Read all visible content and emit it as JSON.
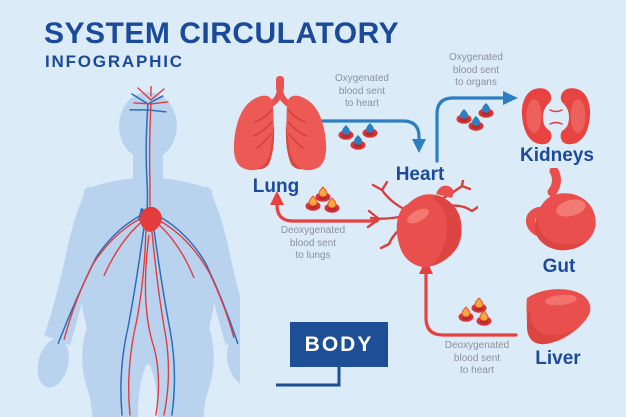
{
  "header": {
    "title": "SYSTEM CIRCULATORY",
    "subtitle": "INFOGRAPHIC"
  },
  "labels": {
    "lung": "Lung",
    "heart": "Heart",
    "kidneys": "Kidneys",
    "gut": "Gut",
    "liver": "Liver",
    "body": "BODY"
  },
  "annotations": {
    "oxygenated_to_heart": [
      "Oxygenated",
      "blood sent",
      "to heart"
    ],
    "oxygenated_to_organs": [
      "Oxygenated",
      "blood sent",
      "to organs"
    ],
    "deoxygenated_to_lungs": [
      "Deoxygenated",
      "blood sent",
      "to lungs"
    ],
    "deoxygenated_to_heart": [
      "Deoxygenated",
      "blood sent",
      "to heart"
    ]
  },
  "icons": {
    "body_silhouette": "human-body-circulatory-icon",
    "lungs": "lungs-icon",
    "heart": "heart-icon",
    "kidneys": "kidneys-icon",
    "gut": "stomach-icon",
    "liver": "liver-icon",
    "oxygenated_cell": "red-blood-cell-with-oxygen-icon",
    "deoxygenated_cell": "red-blood-cell-deoxygenated-icon"
  },
  "colors": {
    "background": "#dcebf8",
    "title_blue": "#1a4a99",
    "label_blue": "#1c4b99",
    "annotation_grey": "#8b919c",
    "organ_red": "#e94f4d",
    "organ_red_dark": "#dd4543",
    "arrow_blue": "#2d7fc1",
    "arrow_red": "#e8403f",
    "body_silhouette_blue": "#b9d3ee",
    "body_box_blue": "#1d4e96",
    "cell_disc_red": "#d93434",
    "oxygen_blob_blue": "#2d7fc1",
    "deoxygen_blob_orange": "#f6a93c"
  }
}
